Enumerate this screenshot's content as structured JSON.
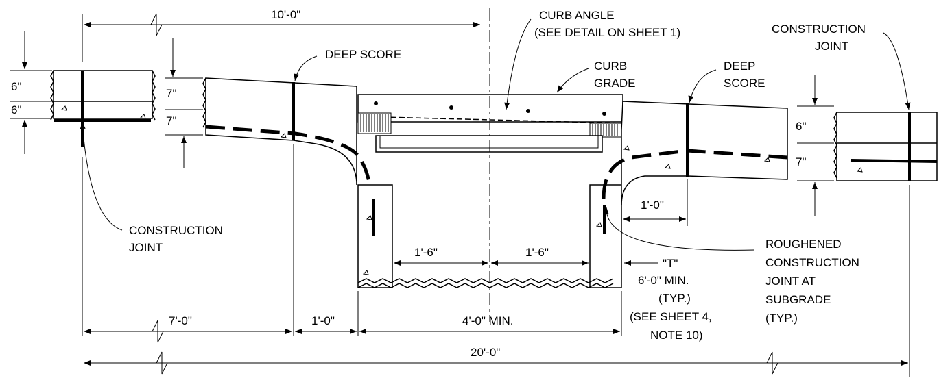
{
  "labels": {
    "dim_top_10ft": "10'-0\"",
    "curb_angle_1": "CURB ANGLE",
    "curb_angle_2": "(SEE DETAIL ON SHEET 1)",
    "construction_joint_top_1": "CONSTRUCTION",
    "construction_joint_top_2": "JOINT",
    "deep_score_left": "DEEP SCORE",
    "curb_grade_1": "CURB",
    "curb_grade_2": "GRADE",
    "deep_score_right_1": "DEEP",
    "deep_score_right_2": "SCORE",
    "dim_6_left": "6\"",
    "dim_6_left_b": "6\"",
    "dim_7_left": "7\"",
    "dim_7_left_b": "7\"",
    "dim_6_right": "6\"",
    "dim_7_right": "7\"",
    "dim_1ft_right": "1'-0\"",
    "construction_joint_bottom_1": "CONSTRUCTION",
    "construction_joint_bottom_2": "JOINT",
    "roughened_1": "ROUGHENED",
    "roughened_2": "CONSTRUCTION",
    "roughened_3": "JOINT AT",
    "roughened_4": "SUBGRADE",
    "roughened_5": "(TYP.)",
    "dim_1_6_left": "1'-6\"",
    "dim_1_6_right": "1'-6\"",
    "t_label": "\"T\"",
    "t_min": "6'-0\" MIN.",
    "t_typ": "(TYP.)",
    "see_sheet_1": "(SEE SHEET 4,",
    "see_sheet_2": "NOTE 10)",
    "dim_7ft": "7'-0\"",
    "dim_1ft_bottom": "1'-0\"",
    "dim_4ft_min": "4'-0\" MIN.",
    "dim_20ft": "20'-0\""
  }
}
